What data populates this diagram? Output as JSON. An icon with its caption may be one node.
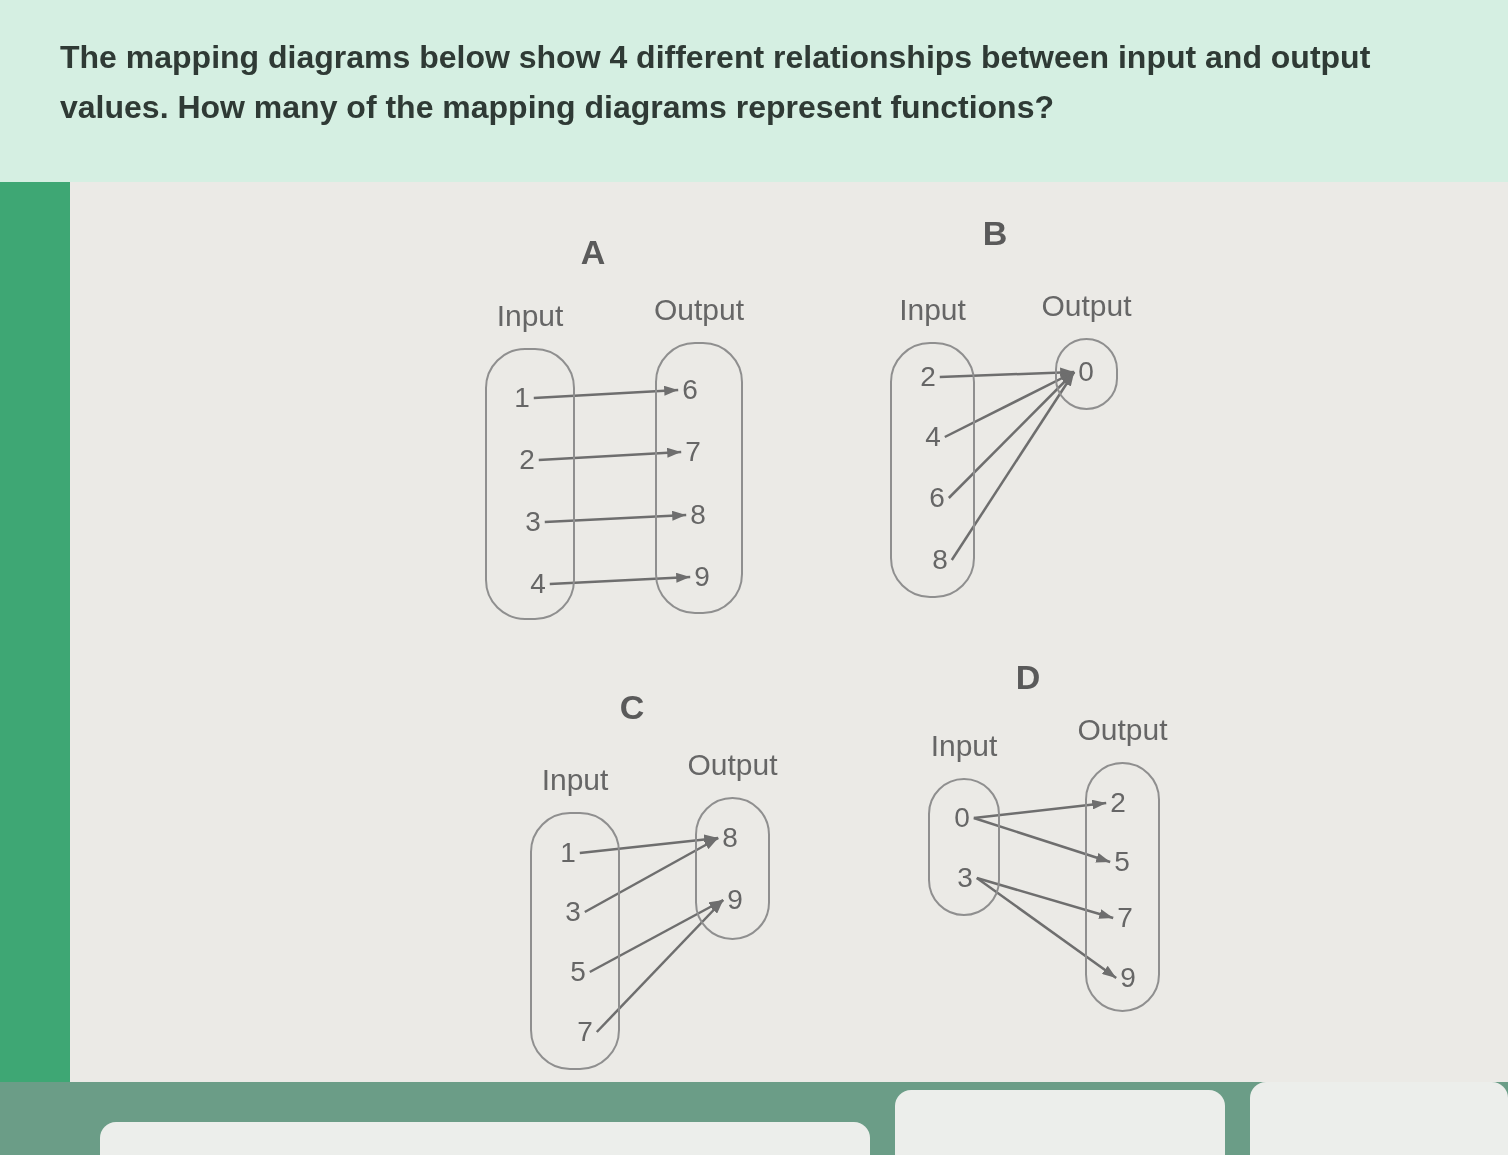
{
  "diagram": {
    "title": "The mapping diagrams below show 4 different relationships between input and output values. How many of the mapping diagrams represent functions?",
    "nodes": [
      {
        "text": [
          "Input"
        ]
      },
      {
        "text": [
          "1"
        ],
        "in": 0
      },
      {
        "text": [
          "2"
        ],
        "in": 0
      },
      {
        "text": [
          "3"
        ],
        "in": 0
      },
      {
        "text": [
          "4"
        ],
        "in": 0
      },
      {
        "text": [
          "Output"
        ]
      },
      {
        "text": [
          "6"
        ],
        "in": 5
      },
      {
        "text": [
          "7"
        ],
        "in": 5
      },
      {
        "text": [
          "8"
        ],
        "in": 5
      },
      {
        "text": [
          "9"
        ],
        "in": 5
      },
      {
        "text": [
          "Input"
        ]
      },
      {
        "text": [
          "2"
        ],
        "in": 10
      },
      {
        "text": [
          "4"
        ],
        "in": 10
      },
      {
        "text": [
          "6"
        ],
        "in": 10
      },
      {
        "text": [
          "8"
        ],
        "in": 10
      },
      {
        "text": [
          "Output"
        ]
      },
      {
        "text": [
          "0"
        ],
        "in": 15
      },
      {
        "text": [
          "Input"
        ]
      },
      {
        "text": [
          "1"
        ],
        "in": 17
      },
      {
        "text": [
          "3"
        ],
        "in": 17
      },
      {
        "text": [
          "5"
        ],
        "in": 17
      },
      {
        "text": [
          "7"
        ],
        "in": 17
      },
      {
        "text": [
          "Output"
        ]
      },
      {
        "text": [
          "8"
        ],
        "in": 22
      },
      {
        "text": [
          "9"
        ],
        "in": 22
      },
      {
        "text": [
          "Input"
        ]
      },
      {
        "text": [
          "0"
        ],
        "in": 25
      },
      {
        "text": [
          "3"
        ],
        "in": 25
      },
      {
        "text": [
          "Output"
        ]
      },
      {
        "text": [
          "2"
        ],
        "in": 28
      },
      {
        "text": [
          "5"
        ],
        "in": 28
      },
      {
        "text": [
          "7"
        ],
        "in": 28
      },
      {
        "text": [
          "9"
        ],
        "in": 28
      },
      {
        "text": [],
        "shape": "box"
      },
      {
        "text": [],
        "shape": "box"
      },
      {
        "text": [],
        "shape": "box"
      }
    ],
    "edges": [
      {
        "from": 1,
        "to": 6,
        "arrow": "to"
      },
      {
        "from": 2,
        "to": 7,
        "arrow": "to"
      },
      {
        "from": 3,
        "to": 8,
        "arrow": "to"
      },
      {
        "from": 4,
        "to": 9,
        "arrow": "to"
      },
      {
        "from": 11,
        "to": 16,
        "arrow": "to"
      },
      {
        "from": 12,
        "to": 16,
        "arrow": "to"
      },
      {
        "from": 13,
        "to": 16,
        "arrow": "to"
      },
      {
        "from": 14,
        "to": 16,
        "arrow": "to"
      },
      {
        "from": 18,
        "to": 23,
        "arrow": "to"
      },
      {
        "from": 19,
        "to": 23,
        "arrow": "to"
      },
      {
        "from": 20,
        "to": 24,
        "arrow": "to"
      },
      {
        "from": 21,
        "to": 24,
        "arrow": "to"
      },
      {
        "from": 26,
        "to": 29,
        "arrow": "to"
      },
      {
        "from": 26,
        "to": 30,
        "arrow": "to"
      },
      {
        "from": 27,
        "to": 31,
        "arrow": "to"
      },
      {
        "from": 27,
        "to": 32,
        "arrow": "to"
      }
    ],
    "labels": [
      "A",
      "B",
      "C",
      "D"
    ]
  }
}
